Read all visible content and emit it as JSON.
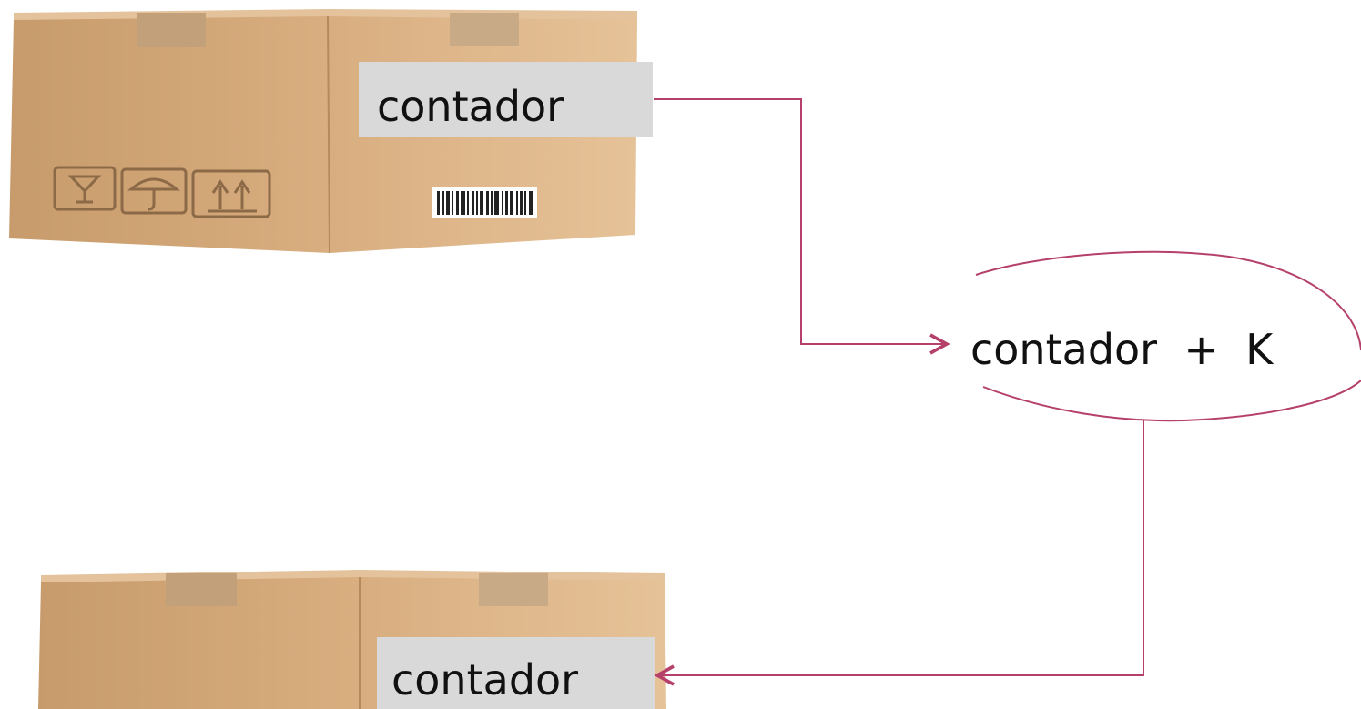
{
  "diagram": {
    "top_box": {
      "label": "contador"
    },
    "operation": {
      "label": "contador  +  K"
    },
    "bottom_box": {
      "label": "contador"
    }
  },
  "colors": {
    "connector": "#b5406b",
    "box_front": "#d2a878",
    "box_side": "#e0b990",
    "box_top": "#e8c9a3",
    "tape": "#c4a27c",
    "label_bg": "#d9d9d9"
  }
}
